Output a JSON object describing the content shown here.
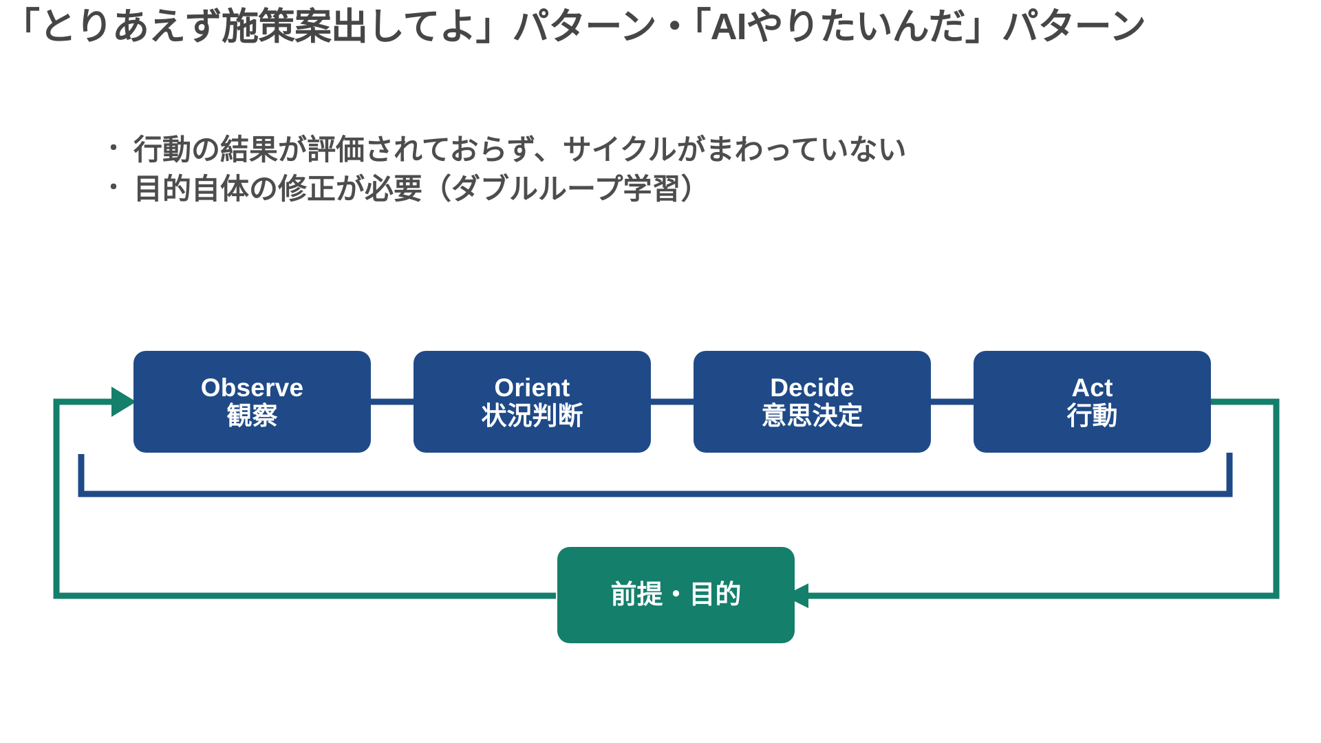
{
  "slide": {
    "title": "「とりあえず施策案出してよ」パターン・「AIやりたいんだ」パターン",
    "bullet_marker": "・",
    "bullets": [
      "行動の結果が評価されておらず、サイクルがまわっていない",
      "目的自体の修正が必要（ダブルループ学習）"
    ]
  },
  "colors": {
    "blue": "#1F4A87",
    "green": "#147F6B",
    "text_gray": "#4d4d4d",
    "background": "#ffffff"
  },
  "diagram": {
    "type": "ooda-loop-flow",
    "nodes": [
      {
        "id": "observe",
        "en": "Observe",
        "jp": "観察",
        "color": "#1F4A87"
      },
      {
        "id": "orient",
        "en": "Orient",
        "jp": "状況判断",
        "color": "#1F4A87"
      },
      {
        "id": "decide",
        "en": "Decide",
        "jp": "意思決定",
        "color": "#1F4A87"
      },
      {
        "id": "act",
        "en": "Act",
        "jp": "行動",
        "color": "#1F4A87"
      },
      {
        "id": "premise",
        "jp": "前提・目的",
        "color": "#147F6B"
      }
    ],
    "connectors": [
      {
        "from": "observe",
        "to": "orient",
        "style": "straight",
        "color": "#1F4A87"
      },
      {
        "from": "orient",
        "to": "decide",
        "style": "straight",
        "color": "#1F4A87"
      },
      {
        "from": "decide",
        "to": "act",
        "style": "straight",
        "color": "#1F4A87"
      },
      {
        "from": "act",
        "to": "observe",
        "style": "loop-under",
        "color": "#1F4A87"
      },
      {
        "from": "act",
        "to": "premise",
        "style": "outer-loop-right",
        "color": "#147F6B",
        "arrow": true
      },
      {
        "from": "premise",
        "to": "observe",
        "style": "outer-loop-left",
        "color": "#147F6B",
        "arrow": true
      }
    ]
  }
}
